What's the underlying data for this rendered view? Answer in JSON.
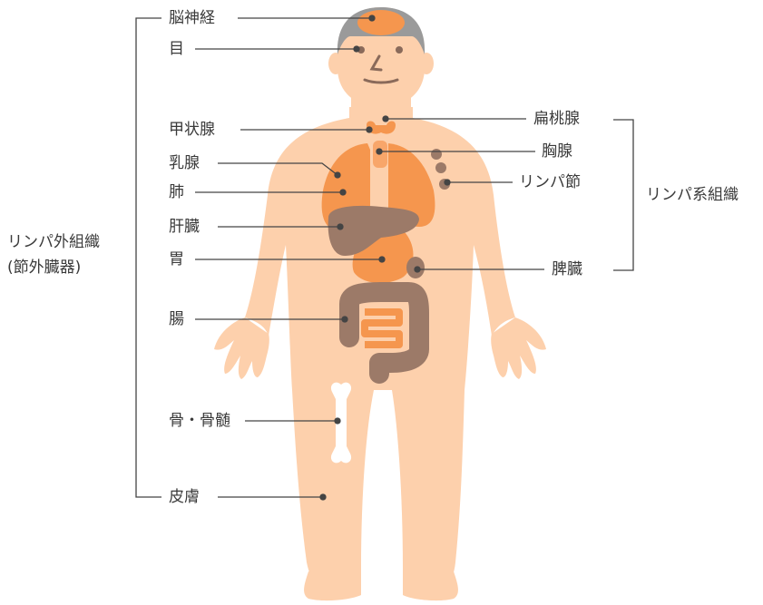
{
  "left_group": {
    "line1": "リンパ外組織",
    "line2": "(節外臓器)"
  },
  "right_group": {
    "label": "リンパ系組織"
  },
  "labels": {
    "brain": "脳神経",
    "eye": "目",
    "thyroid": "甲状腺",
    "breast": "乳腺",
    "lung": "肺",
    "liver": "肝臓",
    "stomach": "胃",
    "intestine": "腸",
    "bone": "骨・骨髄",
    "skin": "皮膚",
    "tonsil": "扁桃腺",
    "thymus": "胸腺",
    "lymph_node": "リンパ節",
    "spleen": "脾臓"
  },
  "colors": {
    "skin": "#fdd0ac",
    "skin_shadow": "#f8c39b",
    "organ_orange": "#f5964e",
    "organ_brown": "#9c7a68",
    "hair": "#9a9a9a",
    "line": "#444444"
  }
}
